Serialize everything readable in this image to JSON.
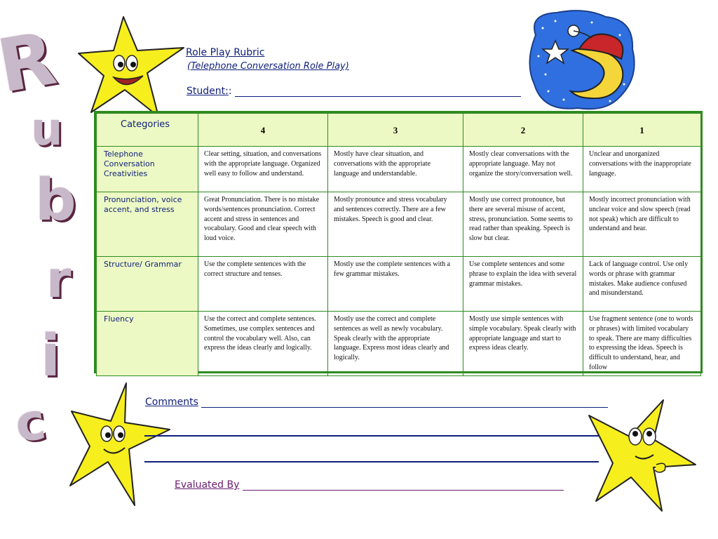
{
  "side_title": {
    "letters": [
      "R",
      "u",
      "b",
      "r",
      "i",
      "c"
    ]
  },
  "header": {
    "title": "Role Play Rubric",
    "subtitle": "(Telephone Conversation Role Play)",
    "student_label": "Student:",
    "student_suffix": ":"
  },
  "table": {
    "columns": [
      "Categories",
      "4",
      "3",
      "2",
      "1"
    ],
    "rows": [
      {
        "category": "Telephone Conversation Creativities",
        "cells": [
          "Clear setting, situation, and conversations with the appropriate language. Organized well easy to follow and understand.",
          "Mostly have clear situation, and conversations with the appropriate language and understandable.",
          "Mostly clear conversations with the appropriate language. May not organize the story/conversation well.",
          "Unclear and unorganized conversations with the inappropriate language."
        ]
      },
      {
        "category": "Pronunciation, voice accent, and stress",
        "cells": [
          "Great Pronunciation. There is no mistake words/sentences pronunciation. Correct accent and stress in sentences and vocabulary. Good and clear speech with loud voice.",
          "Mostly pronounce and stress vocabulary and sentences correctly. There are a few mistakes. Speech is good and clear.",
          "Mostly use correct pronounce, but there are several misuse of accent, stress, pronunciation. Some seems to read rather than speaking. Speech is slow but clear.",
          "Mostly incorrect pronunciation with unclear voice and slow speech (read not speak) which are difficult to understand and hear."
        ]
      },
      {
        "category": "Structure/ Grammar",
        "cells": [
          "Use the complete sentences with the correct structure and tenses.",
          "Mostly use the complete sentences with a few grammar mistakes.",
          "Use complete sentences and some phrase to explain the idea with several grammar mistakes.",
          "Lack of language control. Use only words or phrase with grammar mistakes. Make audience  confused and misunderstand."
        ]
      },
      {
        "category": "Fluency",
        "cells": [
          "Use the correct and complete sentences. Sometimes, use complex sentences and control the vocabulary well. Also, can express the ideas clearly and logically.",
          "Mostly use the correct and complete sentences as well as newly vocabulary. Speak clearly with the appropriate language. Express most ideas clearly and logically.",
          "Mostly use simple sentences with simple vocabulary. Speak clearly with appropriate language and start to express ideas clearly.",
          "Use fragment sentence (one to words or phrases) with limited vocabulary to speak. There are many difficulties to expressing the ideas. Speech is difficult to understand, hear, and follow"
        ]
      }
    ]
  },
  "footer": {
    "comments_label": "Comments",
    "evaluated_label": "Evaluated By"
  },
  "colors": {
    "text_blue": "#0e1e7a",
    "table_border": "#2e8b21",
    "header_fill": "#edf9c4",
    "evaluated_purple": "#6a1b6e",
    "star_yellow": "#f7ee1e",
    "moon_background": "#2f6fe0"
  },
  "decorations": [
    "smiling-star-icon",
    "moon-with-nightcap-icon",
    "looking-star-icon",
    "thinking-star-icon"
  ]
}
